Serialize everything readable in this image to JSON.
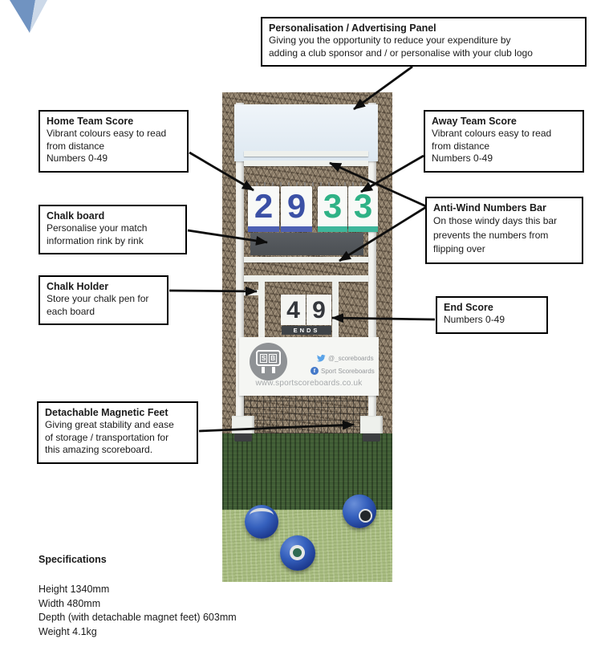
{
  "callouts": {
    "personalisation": {
      "title": "Personalisation / Advertising Panel",
      "lines": [
        "Giving you the opportunity to reduce your expenditure by",
        "adding a club sponsor and / or personalise with your club logo"
      ]
    },
    "home_team_score": {
      "title": "Home Team Score",
      "lines": [
        "Vibrant colours easy to read",
        "from distance",
        "Numbers 0-49"
      ]
    },
    "away_team_score": {
      "title": "Away Team Score",
      "lines": [
        "Vibrant colours easy to read",
        "from distance",
        "Numbers 0-49"
      ]
    },
    "chalk_board": {
      "title": "Chalk board",
      "lines": [
        "Personalise your match",
        "information rink by rink"
      ]
    },
    "anti_wind": {
      "title": "Anti-Wind Numbers Bar",
      "lines": [
        "On those windy days this bar",
        "prevents the numbers from",
        "flipping over"
      ]
    },
    "chalk_holder": {
      "title": "Chalk Holder",
      "lines": [
        "Store your chalk pen for",
        "each board"
      ]
    },
    "end_score": {
      "title": "End Score",
      "lines": [
        "Numbers 0-49"
      ]
    },
    "magnetic_feet": {
      "title": "Detachable Magnetic Feet",
      "lines": [
        "Giving great stability and ease",
        "of storage / transportation for",
        "this amazing scoreboard."
      ]
    }
  },
  "scoreboard": {
    "home_digits": [
      "2",
      "9"
    ],
    "away_digits": [
      "3",
      "3"
    ],
    "ends_digits": [
      "4",
      "9"
    ],
    "ends_label": "ENDS",
    "branding": {
      "logo_letter_s": "S",
      "logo_letter_b": "B",
      "facebook_icon_letter": "f",
      "twitter_handle": "@_scoreboards",
      "facebook_name": "Sport Scoreboards",
      "website": "www.sportscoreboards.co.uk"
    }
  },
  "specifications": {
    "heading": "Specifications",
    "lines": [
      "Height 1340mm",
      "Width 480mm",
      "Depth (with detachable magnet feet) 603mm",
      "Weight 4.1kg"
    ]
  },
  "colors": {
    "accent_triangle_dark": "#7093c1",
    "accent_triangle_light": "#ccd9e9",
    "home_number": "#3b50a5",
    "away_number": "#2fb286",
    "ends_number": "#34373c",
    "chalkboard": "#54585d",
    "twitter_blue": "#5aa3e8",
    "facebook_blue": "#4479c9",
    "ball_blue": "#3560bd",
    "grass_green": "#a9bd81",
    "hedge_green": "#3f5c35"
  }
}
